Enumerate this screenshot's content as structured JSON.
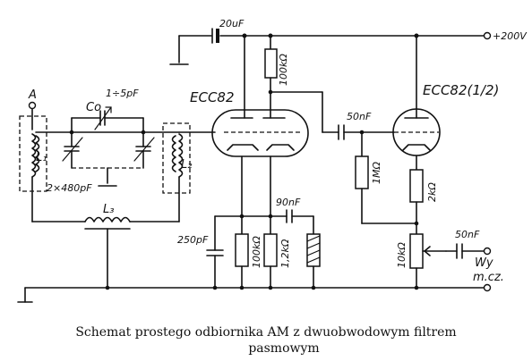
{
  "labels": {
    "antenna": "A",
    "l1": "L₁",
    "l2": "L₂",
    "l3": "L₃",
    "co": "Co",
    "co_value": "1÷5pF",
    "tuning_cap": "2×480pF",
    "input_cap": "20uF",
    "supply": "+200V",
    "tube1": "ECC82",
    "tube2": "ECC82(1/2)",
    "r_plate": "100kΩ",
    "coupling_cap": "50nF",
    "r_grid": "1MΩ",
    "r_plate2": "2kΩ",
    "cap_90": "90nF",
    "cap_250": "250pF",
    "r_100k": "100kΩ",
    "r_12k": "1,2kΩ",
    "pot": "10kΩ",
    "out_cap": "50nF",
    "output": "Wy",
    "output2": "m.cz."
  },
  "caption": {
    "line1": "Schemat prostego odbiornika AM z dwuobwodowym filtrem",
    "line2": "pasmowym"
  }
}
